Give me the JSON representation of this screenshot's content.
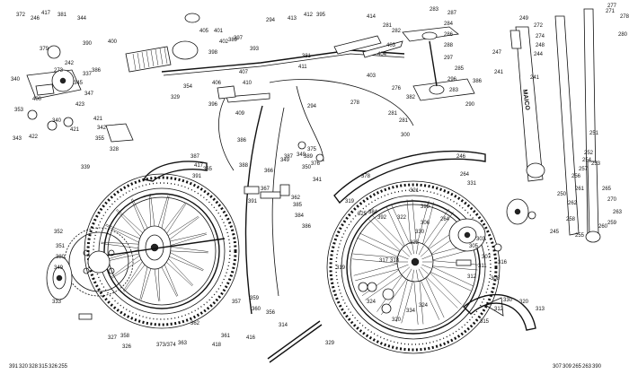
{
  "diagram": {
    "brand_mark": "MAICO",
    "labels": [
      "372",
      "246",
      "417",
      "381",
      "344",
      "379",
      "400",
      "390",
      "386",
      "401",
      "402",
      "398",
      "294",
      "413",
      "412",
      "395",
      "414",
      "281",
      "282",
      "283",
      "287",
      "284",
      "286",
      "288",
      "297",
      "285",
      "296",
      "283",
      "290",
      "249",
      "271",
      "278",
      "277",
      "280",
      "272",
      "248",
      "274",
      "244",
      "247",
      "241",
      "241",
      "273",
      "242",
      "340",
      "400",
      "353",
      "337",
      "347",
      "345",
      "423",
      "340",
      "343",
      "422",
      "421",
      "421",
      "342",
      "355",
      "328",
      "354",
      "329",
      "397",
      "393",
      "403",
      "404",
      "407",
      "405",
      "403",
      "396",
      "406",
      "409",
      "410",
      "411",
      "381",
      "276",
      "382",
      "281",
      "281",
      "386",
      "278",
      "300",
      "389",
      "339",
      "294",
      "341",
      "386",
      "388",
      "387",
      "417",
      "365",
      "391",
      "366",
      "367",
      "391",
      "362",
      "350",
      "389",
      "375",
      "384",
      "385",
      "386",
      "349",
      "349",
      "387",
      "376",
      "378",
      "384",
      "399",
      "392",
      "325",
      "319",
      "321",
      "330",
      "322",
      "323",
      "306",
      "317",
      "318",
      "319",
      "324",
      "320",
      "334",
      "324",
      "308",
      "303",
      "305",
      "307",
      "312",
      "311",
      "316",
      "264",
      "265",
      "270",
      "263",
      "259",
      "260",
      "261",
      "262",
      "258",
      "255",
      "256",
      "257",
      "251",
      "252",
      "253",
      "254",
      "250",
      "245",
      "246",
      "264",
      "331",
      "330",
      "320",
      "312",
      "313",
      "315",
      "314",
      "329",
      "326",
      "327",
      "333",
      "352",
      "351",
      "418",
      "416",
      "360",
      "359",
      "357",
      "356",
      "358",
      "373/374",
      "363",
      "361",
      "362",
      "380",
      "349",
      "307",
      "309",
      "265",
      "263",
      "390",
      "391",
      "320",
      "328",
      "315",
      "326",
      "255"
    ]
  }
}
